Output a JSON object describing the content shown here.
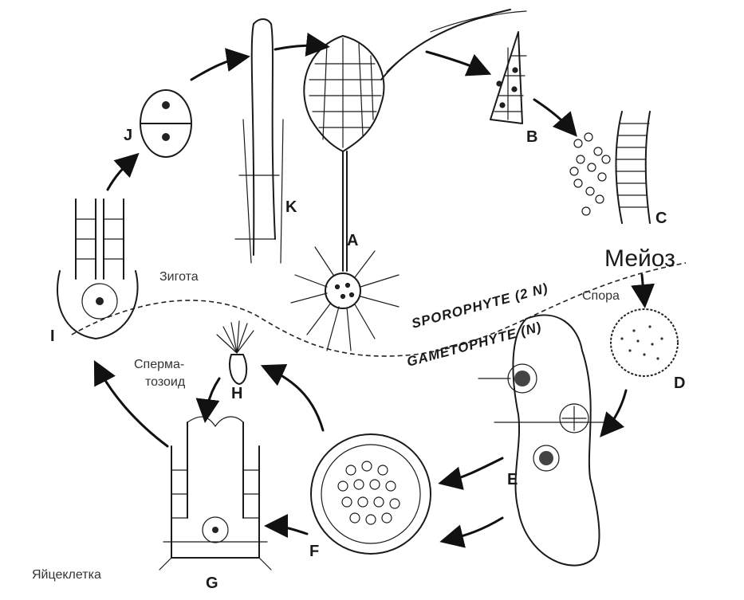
{
  "labels": {
    "A": "A",
    "B": "B",
    "C": "C",
    "D": "D",
    "E": "E",
    "F": "F",
    "G": "G",
    "H": "H",
    "I": "I",
    "J": "J",
    "K": "K"
  },
  "annotations": {
    "meiosis": "Мейоз",
    "zygote": "Зигота",
    "spore": "Спора",
    "sperm_line1": "Сперма-",
    "sperm_line2": "тозоид",
    "egg": "Яйцеклетка"
  },
  "generations": {
    "sporophyte": "SPOROPHYTE (2 N)",
    "gametophyte": "GAMETOPHYTE (N)"
  }
}
